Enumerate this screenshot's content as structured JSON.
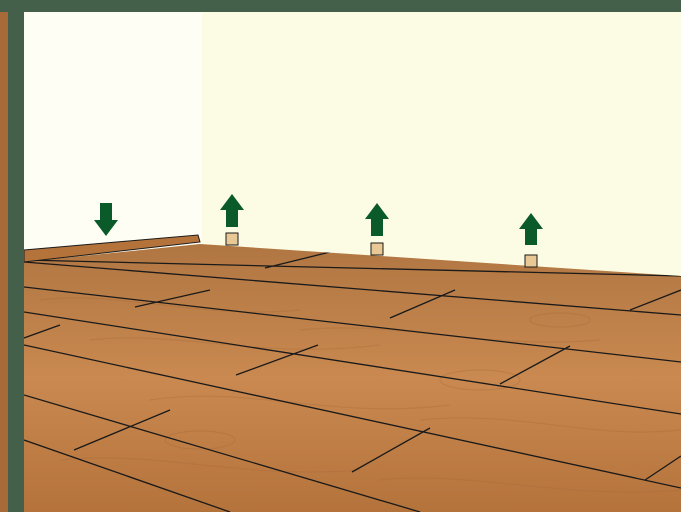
{
  "illustration": {
    "subject": "laminate-floor-installation",
    "markers": [
      {
        "id": "baseboard-arrow",
        "direction": "down",
        "icon": "arrow-down-icon"
      },
      {
        "id": "spacer-arrow-1",
        "direction": "up",
        "icon": "arrow-up-icon"
      },
      {
        "id": "spacer-arrow-2",
        "direction": "up",
        "icon": "arrow-up-icon"
      },
      {
        "id": "spacer-arrow-3",
        "direction": "up",
        "icon": "arrow-up-icon"
      }
    ],
    "colors": {
      "frame": "#44604a",
      "wall": "#fcfbe3",
      "wall_shadow": "#fefef4",
      "floor": "#c98950",
      "floor_dark": "#a86a38",
      "plank_line": "#1a1a1a",
      "arrow": "#0b5a2a",
      "spacer": "#e8c894"
    }
  }
}
